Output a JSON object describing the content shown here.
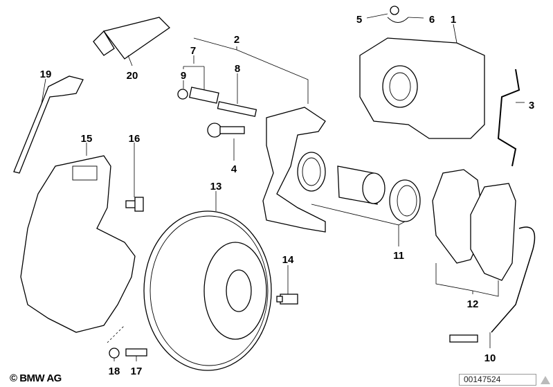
{
  "diagram": {
    "labels": {
      "p1": "1",
      "p2": "2",
      "p3": "3",
      "p4": "4",
      "p5": "5",
      "p6": "6",
      "p7": "7",
      "p8": "8",
      "p9": "9",
      "p10": "10",
      "p11": "11",
      "p12": "12",
      "p13": "13",
      "p14": "14",
      "p15": "15",
      "p16": "16",
      "p17": "17",
      "p18": "18",
      "p19": "19",
      "p20": "20"
    }
  },
  "footer": {
    "copyright": "© BMW AG",
    "document_number": "00147524"
  }
}
